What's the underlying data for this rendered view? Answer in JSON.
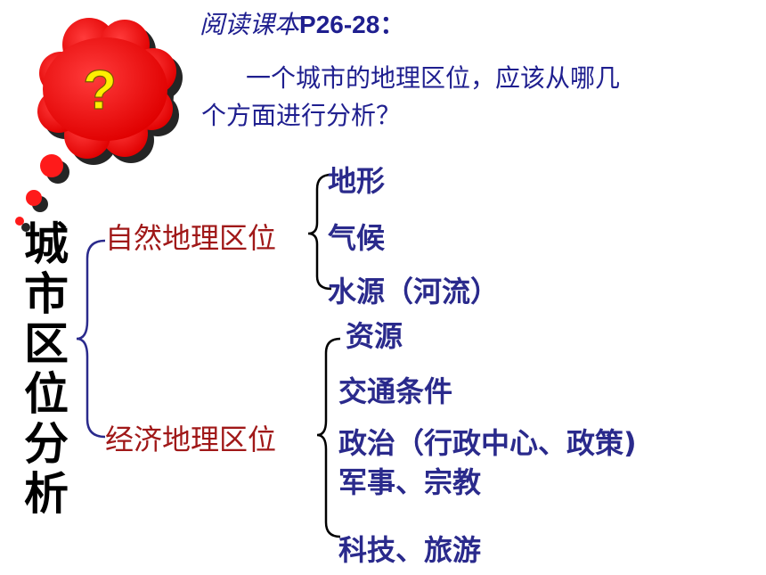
{
  "reading": {
    "italic": "阅读课本",
    "bold": "P26-28",
    "colon": "："
  },
  "question": {
    "line1": "一个城市的地理区位，应该从哪几",
    "line2": "个方面进行分析？"
  },
  "bubble": {
    "mark": "?",
    "fill": "#ff1a1a",
    "mark_color": "#ffee00"
  },
  "root": "城市区位分析",
  "categories": [
    {
      "label": "自然地理区位",
      "items": [
        "地形",
        "气候",
        "水源（河流）"
      ]
    },
    {
      "label": "经济地理区位",
      "items": [
        "资源",
        "交通条件",
        "政治（行政中心、政策)",
        "军事、宗教",
        "科技、旅游"
      ]
    }
  ]
}
